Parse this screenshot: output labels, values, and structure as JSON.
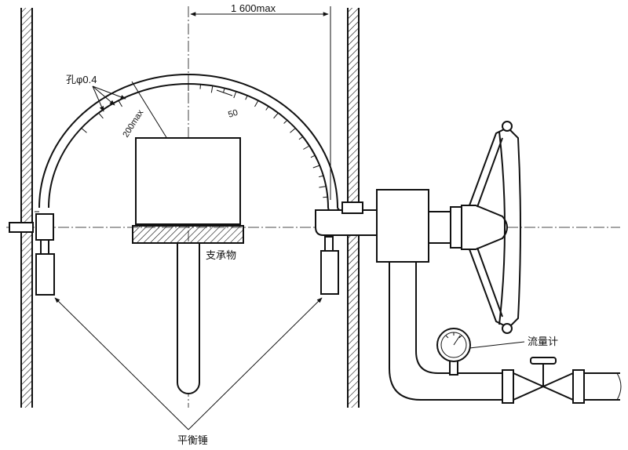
{
  "labels": {
    "dimension": "1 600max",
    "hole": "孔φ0.4",
    "radius": "200max",
    "scale_mark": "50",
    "support": "支承物",
    "flowmeter": "流量计",
    "counterweight": "平衡锤"
  },
  "icons": {
    "pressure_gauge": "pressure-gauge-icon",
    "valve": "gate-valve-icon",
    "handwheel": "handwheel-icon"
  },
  "colors": {
    "line": "#111111",
    "background": "#ffffff"
  }
}
